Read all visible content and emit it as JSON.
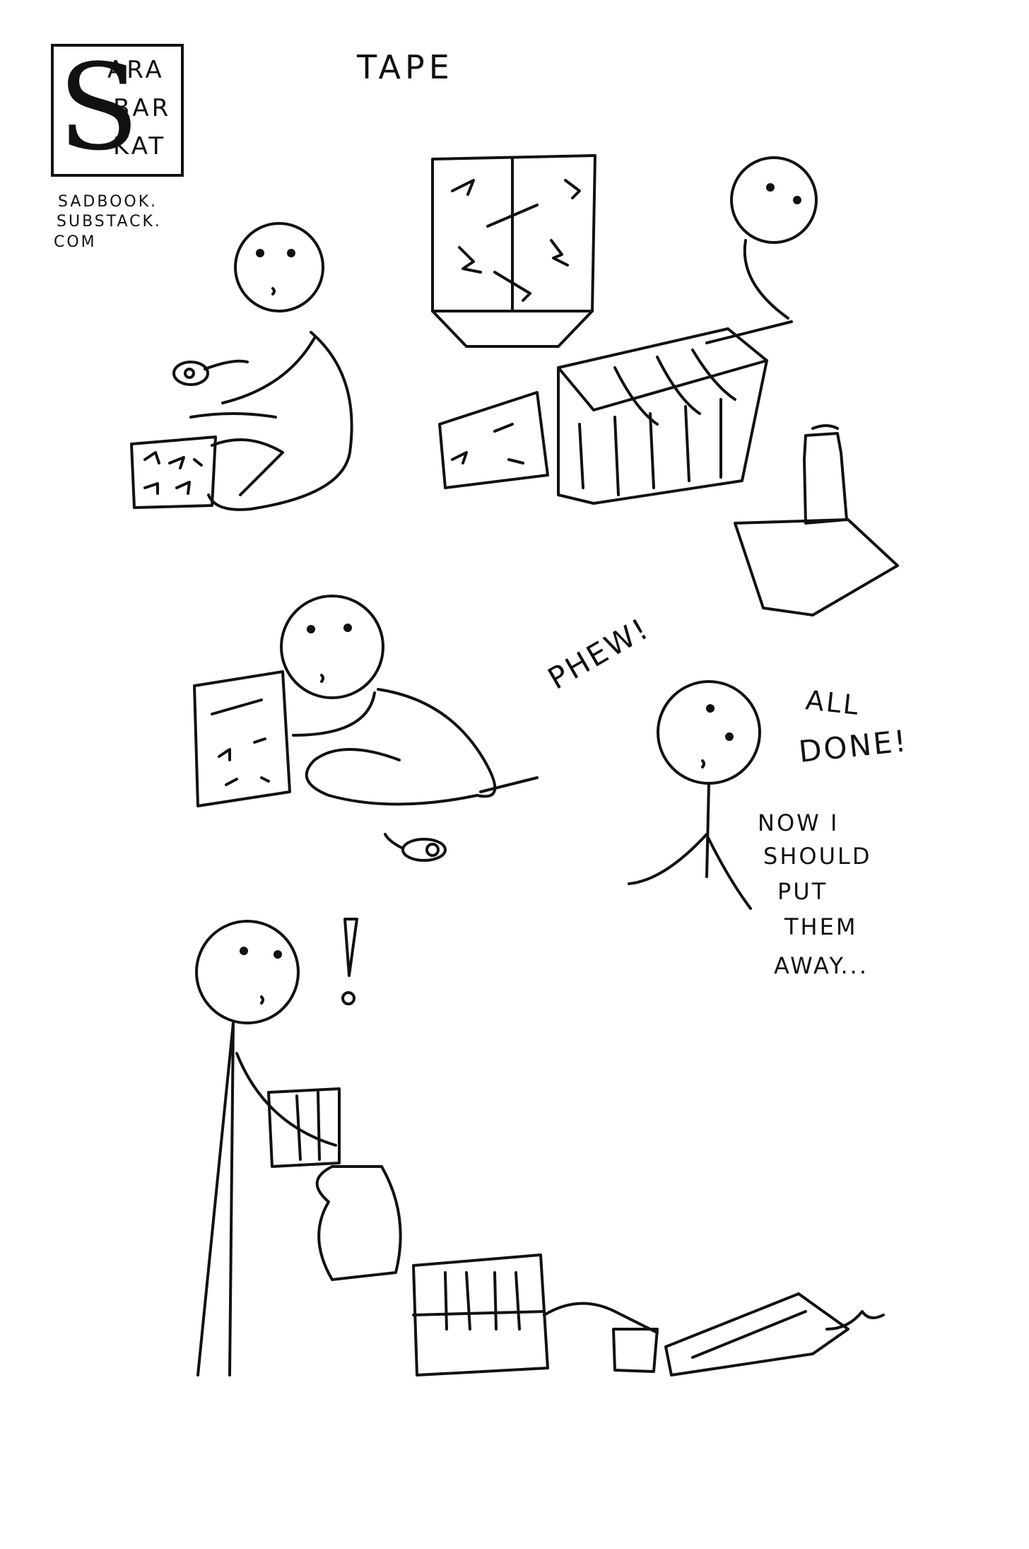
{
  "title": "TAPE",
  "logo": {
    "initial": "S",
    "line1": "ARA",
    "line2": "BAR",
    "line3": "KAT"
  },
  "site": {
    "line1": "SADBOOK.",
    "line2": "SUBSTACK.",
    "line3": "COM"
  },
  "captions": {
    "phew": "PHEW!",
    "all_done_1": "ALL",
    "all_done_2": "DONE!",
    "put_away_1": "NOW I",
    "put_away_2": "SHOULD",
    "put_away_3": "PUT",
    "put_away_4": "THEM",
    "put_away_5": "AWAY..."
  },
  "colors": {
    "ink": "#111111",
    "paper": "#ffffff"
  }
}
